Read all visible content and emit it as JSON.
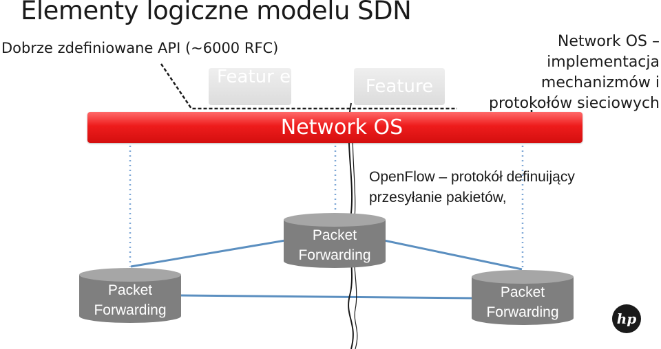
{
  "title": "Elementy logiczne modelu SDN",
  "api_label": "Dobrze zdefiniowane API (~6000 RFC)",
  "features": [
    "Featur e",
    "Feature"
  ],
  "network_os": "Network OS",
  "network_os_description": [
    "Network OS –",
    "implementacja",
    "mechanizmów i",
    "protokołów sieciowych"
  ],
  "openflow_description": [
    "OpenFlow – protokół definuijący",
    "przesyłanie pakietów,"
  ],
  "packet_forwarding": {
    "center": [
      "Packet",
      "Forwarding"
    ],
    "left": [
      "Packet",
      "Forwarding"
    ],
    "right": [
      "Packet",
      "Forwarding"
    ]
  },
  "logo": "hp",
  "colors": {
    "network_os": "#e31b1b",
    "link": "#5b8fc0",
    "dotted": "#7ea7d6",
    "cylinder": "#7f7f7f"
  }
}
